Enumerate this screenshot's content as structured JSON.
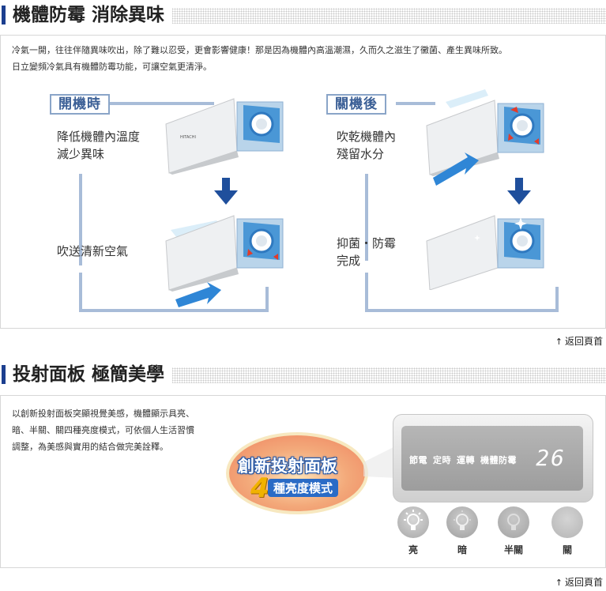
{
  "section1": {
    "title": "機體防霉 消除異味",
    "intro_line1": "冷氣一開，往往伴隨異味吹出，除了難以忍受，更會影響健康！那是因為機體內高溫潮濕，久而久之滋生了黴菌、產生異味所致。",
    "intro_line2": "日立變頻冷氣具有機體防霉功能，可讓空氣更清淨。",
    "left": {
      "label": "開機時",
      "step1_line1": "降低機體內溫度",
      "step1_line2": "減少異味",
      "step2": "吹送清新空氣"
    },
    "right": {
      "label": "關機後",
      "step1_line1": "吹乾機體內",
      "step1_line2": "殘留水分",
      "step2_line1": "抑菌・防霉",
      "step2_line2": "完成"
    },
    "back_top": "返回頁首"
  },
  "section2": {
    "title": "投射面板 極簡美學",
    "desc_line1": "以創新投射面板突顯視覺美感，機體顯示具亮、",
    "desc_line2": "暗、半關、關四種亮度模式，可依個人生活習慣",
    "desc_line3": "調整，為美感與實用的結合做完美詮釋。",
    "badge_line1": "創新投射面板",
    "badge_number": "4",
    "badge_line2": "種亮度模式",
    "display_items": [
      "節電",
      "定時",
      "運轉",
      "機體防霉"
    ],
    "display_temp": "26",
    "bulbs": [
      {
        "label": "亮",
        "color": "#bdbdbd"
      },
      {
        "label": "暗",
        "color": "#a9a9a9"
      },
      {
        "label": "半關",
        "color": "#b4b4b4"
      },
      {
        "label": "關",
        "color": "#c7c7c7"
      }
    ],
    "back_top": "返回頁首"
  },
  "colors": {
    "accent": "#1c3f8f",
    "diagram_line": "#a8bcd8",
    "label_text": "#3b5f96",
    "arrow": "#1f4f9c"
  }
}
